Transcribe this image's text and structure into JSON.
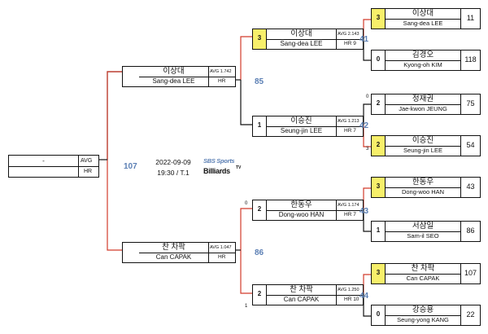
{
  "event": {
    "date": "2022-09-09",
    "time": "19:30 / T.1"
  },
  "branding": {
    "line1": "SBS Sports",
    "line2": "Billiards",
    "tv": "TV"
  },
  "colors": {
    "line": "#111111",
    "loser_line": "#d23b2b",
    "winner_fill": "#f7ef6a",
    "number": "#5b7fb4"
  },
  "final": {
    "name": "-",
    "avg_label": "AVG",
    "hr_label": "HR",
    "match_no": "107"
  },
  "semis": [
    {
      "kor": "이상대",
      "eng": "Sang-dea LEE",
      "avg": "AVG 1.742",
      "hr": "HR",
      "match_no": "85"
    },
    {
      "kor": "찬 차팍",
      "eng": "Can CAPAK",
      "avg": "AVG 1.047",
      "hr": "HR",
      "match_no": "86"
    }
  ],
  "quarters": [
    {
      "score": "3",
      "kor": "이상대",
      "eng": "Sang-dea LEE",
      "avg": "AVG 2.143",
      "hr": "HR 9",
      "match_no": "41",
      "side": "",
      "winner": true
    },
    {
      "score": "1",
      "kor": "이승진",
      "eng": "Seung-jin LEE",
      "avg": "AVG 1.213",
      "hr": "HR 7",
      "match_no": "42",
      "side": "",
      "winner": false
    },
    {
      "score": "2",
      "kor": "한동우",
      "eng": "Dong-woo HAN",
      "avg": "AVG 1.174",
      "hr": "HR 7",
      "match_no": "43",
      "side": "0",
      "winner": false
    },
    {
      "score": "2",
      "kor": "찬 차팍",
      "eng": "Can CAPAK",
      "avg": "AVG 1.250",
      "hr": "HR 10",
      "match_no": "44",
      "side": "1",
      "winner": false
    }
  ],
  "round16": [
    {
      "score": "3",
      "kor": "이상대",
      "eng": "Sang-dea LEE",
      "rank": "11",
      "side": "",
      "winner": true
    },
    {
      "score": "0",
      "kor": "김경오",
      "eng": "Kyong-oh KIM",
      "rank": "118",
      "side": "",
      "winner": false
    },
    {
      "score": "2",
      "kor": "정재권",
      "eng": "Jae-kwon JEUNG",
      "rank": "75",
      "side": "0",
      "winner": false
    },
    {
      "score": "2",
      "kor": "이승진",
      "eng": "Seung-jin LEE",
      "rank": "54",
      "side": "3",
      "winner": true
    },
    {
      "score": "3",
      "kor": "한동우",
      "eng": "Dong-woo HAN",
      "rank": "43",
      "side": "",
      "winner": true
    },
    {
      "score": "1",
      "kor": "서삼일",
      "eng": "Sam-il SEO",
      "rank": "86",
      "side": "",
      "winner": false
    },
    {
      "score": "3",
      "kor": "찬 차팍",
      "eng": "Can CAPAK",
      "rank": "107",
      "side": "",
      "winner": true
    },
    {
      "score": "0",
      "kor": "강승용",
      "eng": "Seung-yong KANG",
      "rank": "22",
      "side": "",
      "winner": false
    }
  ]
}
